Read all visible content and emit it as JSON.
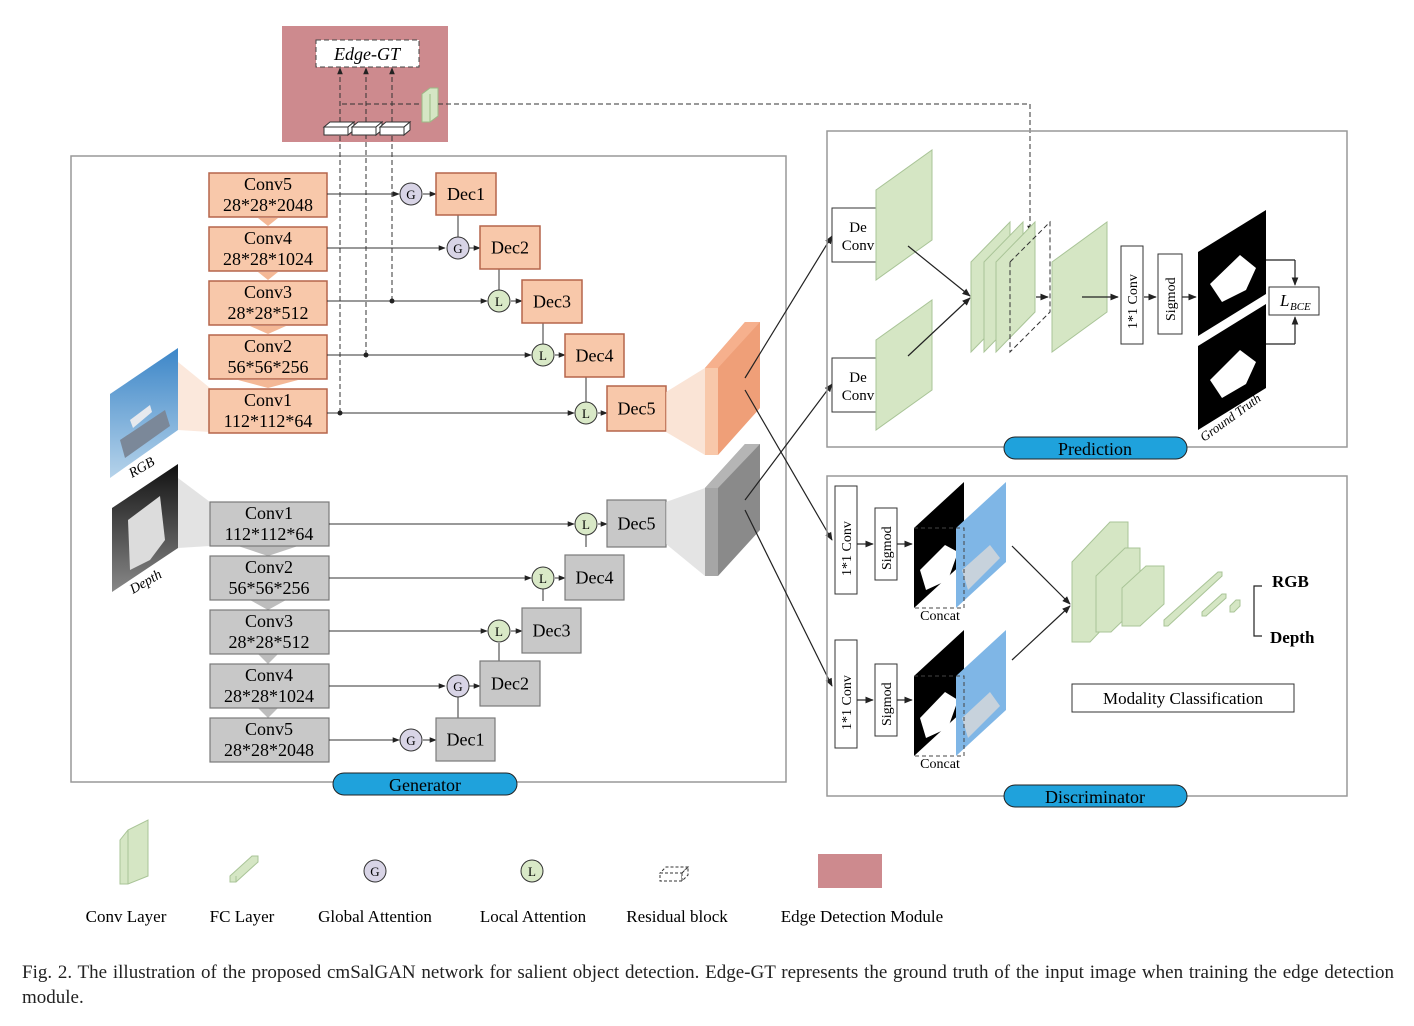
{
  "edge": {
    "gt": "Edge-GT"
  },
  "generator": {
    "label": "Generator",
    "rgb_label": "RGB",
    "depth_label": "Depth",
    "rgb_convs": [
      {
        "name": "Conv5",
        "size": "28*28*2048"
      },
      {
        "name": "Conv4",
        "size": "28*28*1024"
      },
      {
        "name": "Conv3",
        "size": "28*28*512"
      },
      {
        "name": "Conv2",
        "size": "56*56*256"
      },
      {
        "name": "Conv1",
        "size": "112*112*64"
      }
    ],
    "rgb_decs": [
      "Dec1",
      "Dec2",
      "Dec3",
      "Dec4",
      "Dec5"
    ],
    "rgb_attn": [
      "G",
      "G",
      "L",
      "L",
      "L"
    ],
    "depth_convs": [
      {
        "name": "Conv1",
        "size": "112*112*64"
      },
      {
        "name": "Conv2",
        "size": "56*56*256"
      },
      {
        "name": "Conv3",
        "size": "28*28*512"
      },
      {
        "name": "Conv4",
        "size": "28*28*1024"
      },
      {
        "name": "Conv5",
        "size": "28*28*2048"
      }
    ],
    "depth_decs": [
      "Dec5",
      "Dec4",
      "Dec3",
      "Dec2",
      "Dec1"
    ],
    "depth_attn": [
      "L",
      "L",
      "L",
      "G",
      "G"
    ]
  },
  "prediction": {
    "label": "Prediction",
    "deconv": [
      "De",
      "Conv"
    ],
    "conv1x1": "1*1 Conv",
    "sigmoid": "Sigmod",
    "loss": "L",
    "loss_sub": "BCE",
    "gt_label": "Ground Truth"
  },
  "discriminator": {
    "label": "Discriminator",
    "conv1x1": "1*1 Conv",
    "sigmoid": "Sigmod",
    "concat": "Concat",
    "out_rgb": "RGB",
    "out_depth": "Depth",
    "modality": "Modality Classification"
  },
  "legend": {
    "conv_layer": "Conv Layer",
    "fc_layer": "FC Layer",
    "global_attention": "Global Attention",
    "local_attention": "Local Attention",
    "residual_block": "Residual block",
    "edge_module": "Edge Detection Module",
    "g": "G",
    "l": "L"
  },
  "caption": "Fig. 2.  The illustration of the proposed cmSalGAN network for salient object detection. Edge-GT represents the ground truth of the input image when training the edge detection module.",
  "colors": {
    "edge_module": "#cd8a8e",
    "rgb_block": "#f8c8aa",
    "rgb_border": "#b5654b",
    "depth_block": "#c8c8c8",
    "depth_border": "#7a7a7a",
    "conv_green": "#d5e6c4",
    "global_attn": "#d8d4e6",
    "local_attn": "#d9e9c7",
    "label_tab": "#1fa2dc"
  }
}
